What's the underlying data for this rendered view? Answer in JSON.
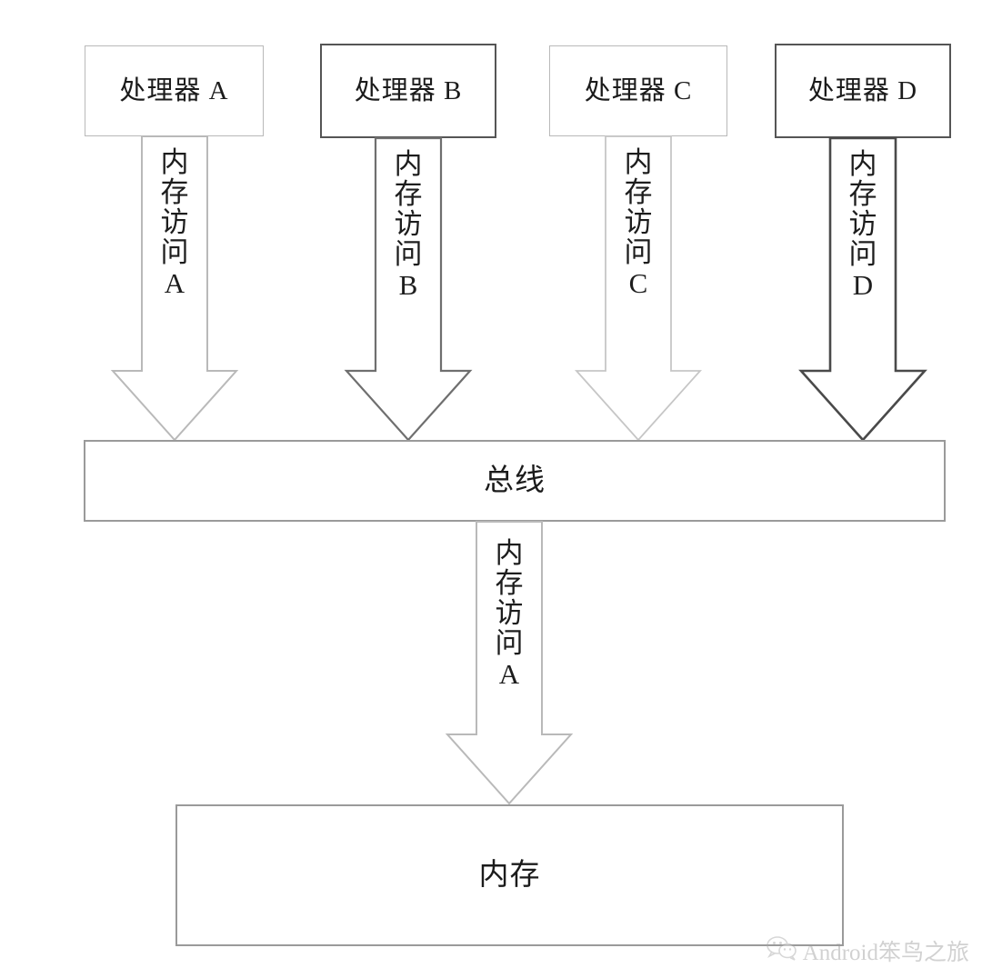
{
  "diagram": {
    "title": "multi-processor shared bus memory access diagram",
    "colors": {
      "background": "#ffffff",
      "text": "#1b1b1b",
      "stroke_light": "#b9b9b9",
      "stroke_mid": "#8f8f8f",
      "stroke_dark": "#555555",
      "watermark": "#9b9b9b"
    },
    "processors": [
      {
        "id": "a",
        "label": "处理器 A"
      },
      {
        "id": "b",
        "label": "处理器 B"
      },
      {
        "id": "c",
        "label": "处理器 C"
      },
      {
        "id": "d",
        "label": "处理器 D"
      }
    ],
    "arrows_to_bus": [
      {
        "id": "arrow-a",
        "chars": [
          "内",
          "存",
          "访",
          "问"
        ],
        "tail": "A",
        "full_label": "内存访问 A"
      },
      {
        "id": "arrow-b",
        "chars": [
          "内",
          "存",
          "访",
          "问"
        ],
        "tail": "B",
        "full_label": "内存访问 B"
      },
      {
        "id": "arrow-c",
        "chars": [
          "内",
          "存",
          "访",
          "问"
        ],
        "tail": "C",
        "full_label": "内存访问 C"
      },
      {
        "id": "arrow-d",
        "chars": [
          "内",
          "存",
          "访",
          "问"
        ],
        "tail": "D",
        "full_label": "内存访问 D"
      }
    ],
    "bus": {
      "label": "总线"
    },
    "arrow_to_memory": {
      "id": "arrow-bus-memory",
      "chars": [
        "内",
        "存",
        "访",
        "问"
      ],
      "tail": "A",
      "full_label": "内存访问 A"
    },
    "memory": {
      "label": "内存"
    },
    "watermark": {
      "text": "Android笨鸟之旅",
      "icon": "wechat-icon"
    }
  }
}
